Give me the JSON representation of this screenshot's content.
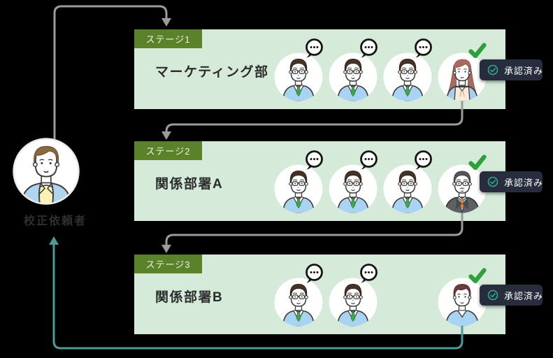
{
  "requester": {
    "label": "校正依頼者"
  },
  "stages": [
    {
      "tag": "ステージ1",
      "department": "マーケティング部",
      "member_count": 3,
      "approver": "female-staff",
      "badge_label": "承認済み"
    },
    {
      "tag": "ステージ2",
      "department": "関係部署A",
      "member_count": 3,
      "approver": "senior-manager",
      "badge_label": "承認済み"
    },
    {
      "tag": "ステージ3",
      "department": "関係部署B",
      "member_count": 2,
      "approver": "male-staff",
      "badge_label": "承認済み"
    }
  ],
  "icons": {
    "speech_bubble": "three-dot-speech-bubble",
    "approved_check": "green-checkmark",
    "badge_check": "circled-checkmark"
  },
  "colors": {
    "background": "#000000",
    "panel_bg": "#d5ead9",
    "stage_tag_bg": "#5a8228",
    "badge_bg": "#272d3c",
    "badge_accent": "#2fae8f",
    "check_green": "#2f9e3d",
    "arrow_gray": "#9b9b9b",
    "arrow_teal": "#4f9a99"
  }
}
